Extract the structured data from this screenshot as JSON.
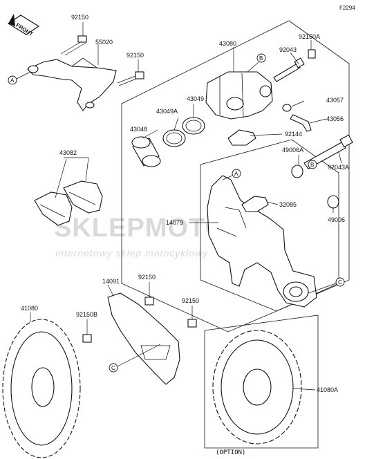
{
  "diagram_code": "F2294",
  "front_label": "FRONT",
  "watermark": {
    "brand": "SKLEPMOTO.PL",
    "tagline": "internetowy sklep motocyklowy"
  },
  "option_label": "(OPTION)",
  "callouts": {
    "a": "A",
    "b": "B",
    "c": "C"
  },
  "parts": {
    "p92150_top": "92150",
    "p55020": "55020",
    "p92150_mid": "92150",
    "p43080": "43080",
    "p92150A": "92150A",
    "p92043": "92043",
    "p43057": "43057",
    "p43056": "43056",
    "p43049A": "43049A",
    "p43049": "43049",
    "p43048": "43048",
    "p92144": "92144",
    "p43082": "43082",
    "p49006A": "49006A",
    "p92043A": "92043A",
    "p32085": "32085",
    "p14079": "14079",
    "p49006": "49006",
    "p14091": "14091",
    "p92150_low1": "92150",
    "p92150_low2": "92150",
    "p41080": "41080",
    "p92150B": "92150B",
    "p41080A": "41080A"
  }
}
